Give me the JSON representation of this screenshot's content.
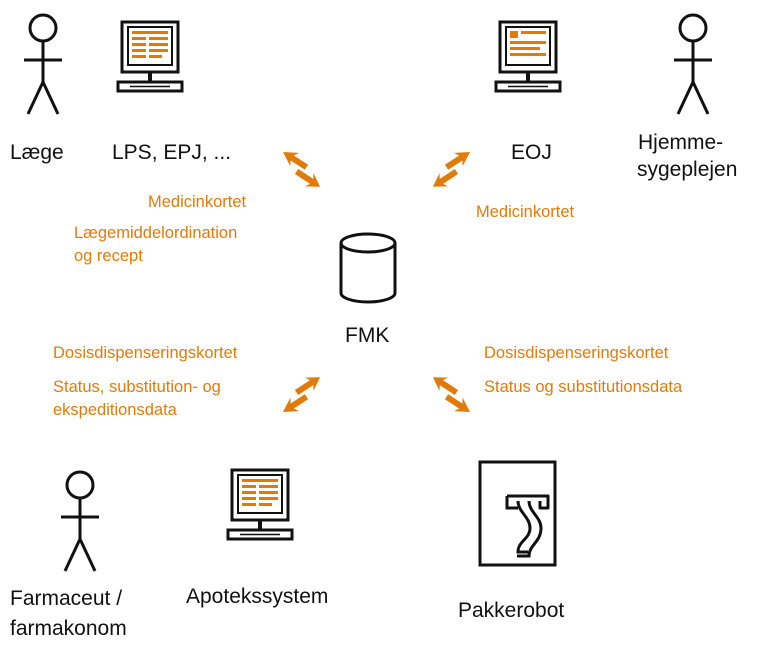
{
  "nodes": {
    "laege": "Læge",
    "lps": "LPS, EPJ, ...",
    "eoj": "EOJ",
    "hjemme_line1": "Hjemme-",
    "hjemme_line2": "sygeplejen",
    "fmk": "FMK",
    "farmaceut_line1": "Farmaceut /",
    "farmaceut_line2": "farmakonom",
    "apotek": "Apotekssystem",
    "pakkerobot": "Pakkerobot"
  },
  "flows": {
    "top_left": [
      "Medicinkortet",
      "Lægemiddelordination",
      "og recept"
    ],
    "top_right": [
      "Medicinkortet"
    ],
    "bottom_left": [
      "Dosisdispenseringskortet",
      "Status, substitution- og",
      "ekspeditionsdata"
    ],
    "bottom_right": [
      "Dosisdispenseringskortet",
      "Status og substitutionsdata"
    ]
  },
  "colors": {
    "accent": "#E07B0A",
    "ink": "#111111"
  },
  "icons": [
    "person-icon",
    "computer-monitor-icon",
    "database-cylinder-icon",
    "lightning-arrow-icon",
    "packing-robot-icon"
  ]
}
